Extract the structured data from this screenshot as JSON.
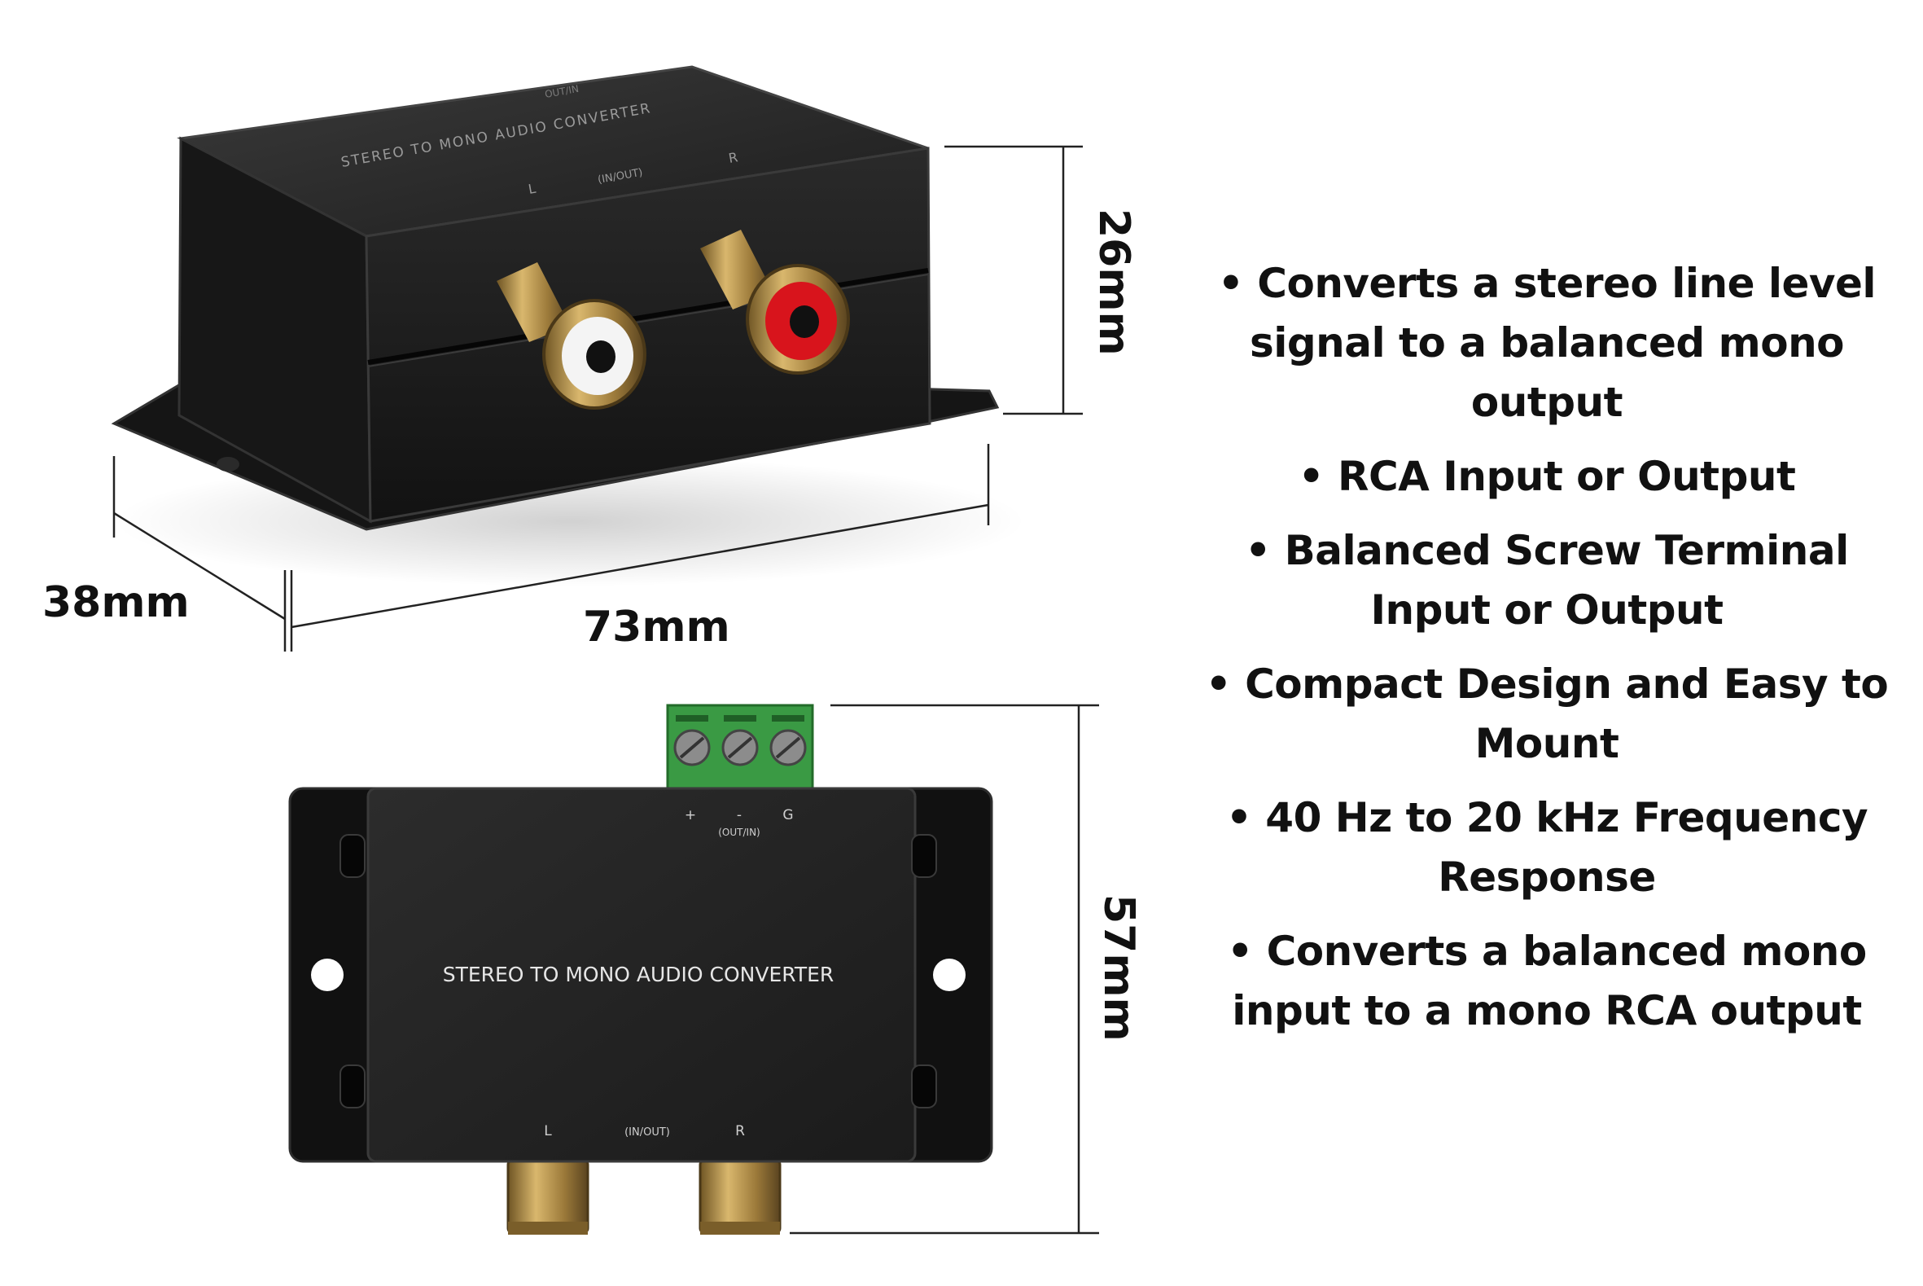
{
  "top_view": {
    "lid_title": "STEREO TO MONO AUDIO CONVERTER",
    "lid_left": "L",
    "lid_mid": "(IN/OUT)",
    "lid_right": "R",
    "lid_rear": "OUT/IN"
  },
  "dimensions": {
    "height": "26mm",
    "depth": "38mm",
    "width": "73mm",
    "length": "57mm"
  },
  "plan_view": {
    "title": "STEREO TO MONO AUDIO CONVERTER",
    "terminal_plus": "+",
    "terminal_minus": "-",
    "terminal_ground": "G",
    "terminal_note": "(OUT/IN)",
    "rca_left": "L",
    "rca_mid": "(IN/OUT)",
    "rca_right": "R"
  },
  "features": [
    "• Converts a stereo line level signal to a balanced mono output",
    "• RCA Input or Output",
    "• Balanced Screw Terminal Input or Output",
    "• Compact Design and Easy to Mount",
    "• 40 Hz to 20 kHz Frequency Response",
    "• Converts a balanced mono input to a mono RCA output"
  ],
  "colors": {
    "body": "#1c1c1c",
    "terminal_block": "#3a9a44",
    "rca_gold": "#b8924a",
    "rca_red": "#d8141c",
    "rca_white": "#f4f4f4"
  }
}
